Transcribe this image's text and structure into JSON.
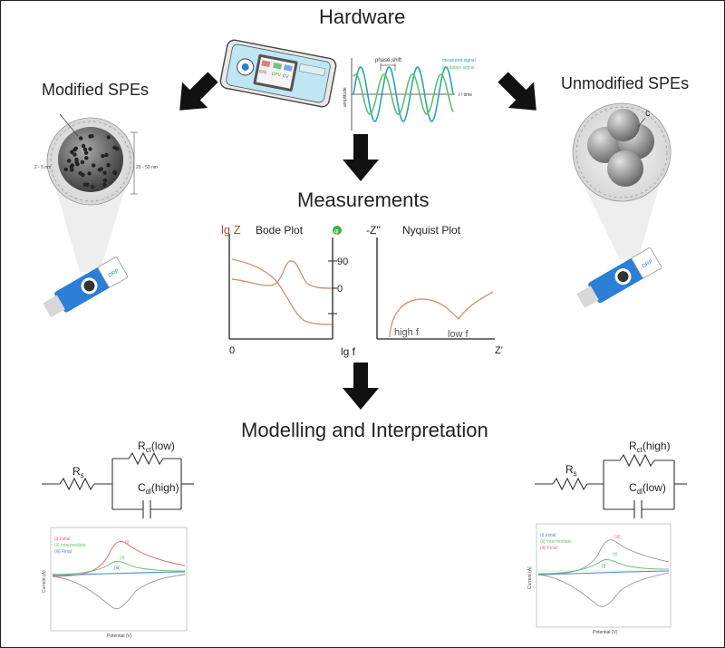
{
  "titles": {
    "hardware": "Hardware",
    "modified": "Modified SPEs",
    "unmodified": "Unmodified SPEs",
    "measurements": "Measurements",
    "modelling": "Modelling and Interpretation"
  },
  "device": {
    "screen_texts": [
      "EIS",
      "DPV",
      "CV"
    ]
  },
  "waveform": {
    "phase_label": "phase shift",
    "legend": [
      "measured signal",
      "excitation signal"
    ],
    "y_label": "amplitude",
    "x_label": "t / time"
  },
  "spe_labels": {
    "nano_size": "20 - 50 nm",
    "particle_size": "2 - 5 nm",
    "unmod_label": "c",
    "strip_text": "DRP"
  },
  "bode": {
    "title": "Bode Plot",
    "y_left": "lg Z",
    "y_right": "φ",
    "x_label": "lg f",
    "origin": "0",
    "tick_90": "90",
    "tick_0": "0"
  },
  "nyquist": {
    "title": "Nyquist Plot",
    "y_label": "-Z''",
    "x_label": "Z'",
    "high": "high f",
    "low": "low f"
  },
  "circuits": {
    "left": {
      "rs": "R",
      "rs_sub": "s",
      "rct": "R",
      "rct_sub": "ct",
      "rct_state": "(low)",
      "cdl": "C",
      "cdl_sub": "dl",
      "cdl_state": "(high)"
    },
    "right": {
      "rs": "R",
      "rs_sub": "s",
      "rct": "R",
      "rct_sub": "ct",
      "rct_state": "(high)",
      "cdl": "C",
      "cdl_sub": "dl",
      "cdl_state": "(low)"
    }
  },
  "cv_left": {
    "legend": [
      "(i) Initial",
      "(ii) Intermediate",
      "(iii) Final"
    ],
    "peak_labels": [
      "(i)",
      "(ii)",
      "(iii)"
    ],
    "ylabel": "Current (A)",
    "xlabel": "Potential (V)"
  },
  "cv_right": {
    "legend": [
      "(i) Initial",
      "(ii) Intermediate",
      "(iii) Final"
    ],
    "peak_labels": [
      "(iii)",
      "(ii)",
      "(i)"
    ],
    "ylabel": "Current (A)",
    "xlabel": "Potential (V)"
  },
  "colors": {
    "bode_left_axis": "#b5473a",
    "phase_marker": "#3cb043",
    "curve": "#c99a7a",
    "wave_teal": "#2aa6a6",
    "wave_green": "#5cc06a",
    "cv_red": "#e07070",
    "cv_green": "#70c070",
    "cv_blue": "#4a8ad0",
    "cv_gray": "#9aa0a6",
    "spe_blue": "#2b7fd6"
  }
}
